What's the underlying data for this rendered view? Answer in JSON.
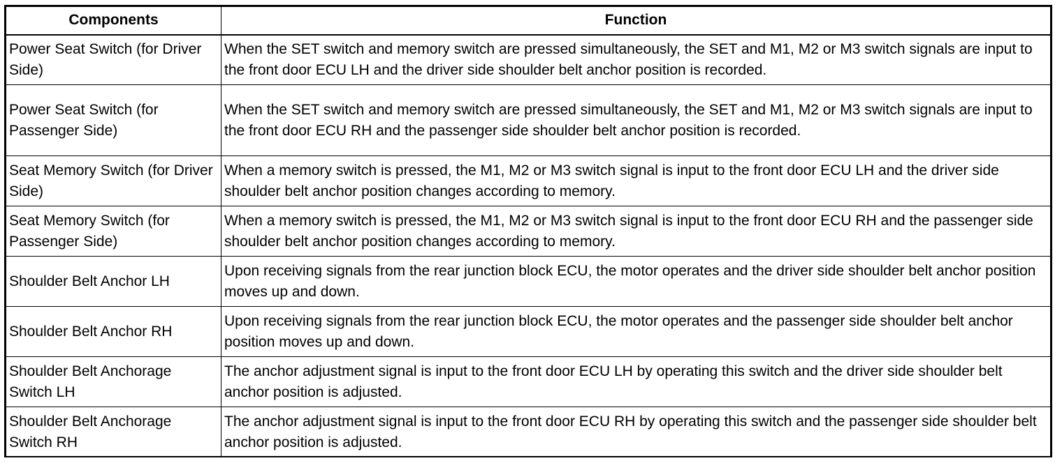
{
  "table": {
    "headers": [
      "Components",
      "Function"
    ],
    "rows": [
      {
        "component": "Power Seat Switch (for Driver Side)",
        "function": "When the SET switch and memory switch are pressed simultaneously, the SET and M1, M2 or M3 switch signals are input to the front door ECU LH and the driver side shoulder belt anchor position is recorded."
      },
      {
        "component": "Power Seat Switch (for Passenger Side)",
        "function": "When the SET switch and memory switch are pressed simultaneously, the SET and M1, M2 or M3 switch signals are input to the front door ECU RH and the passenger side shoulder belt anchor position is recorded."
      },
      {
        "component": "Seat Memory Switch (for Driver Side)",
        "function": "When a memory switch is pressed, the M1, M2 or M3 switch signal is input to the front door ECU LH and the driver side shoulder belt anchor position changes according to memory."
      },
      {
        "component": "Seat Memory Switch (for Passenger Side)",
        "function": "When a memory switch is pressed, the M1, M2 or M3 switch signal is input to the front door ECU RH and the passenger side shoulder belt anchor position changes according to memory."
      },
      {
        "component": "Shoulder Belt Anchor LH",
        "function": "Upon receiving signals from the rear junction block ECU, the motor operates and the driver side shoulder belt anchor position moves up and down."
      },
      {
        "component": "Shoulder Belt Anchor RH",
        "function": "Upon receiving signals from the rear junction block ECU, the motor operates and the passenger side shoulder belt anchor position moves up and down."
      },
      {
        "component": "Shoulder Belt Anchorage Switch LH",
        "function": "The anchor adjustment signal is input to the front door ECU LH by operating this switch and the driver side shoulder belt anchor position is adjusted."
      },
      {
        "component": "Shoulder Belt Anchorage Switch RH",
        "function": "The anchor adjustment signal is input to the front door ECU RH by operating this switch and the passenger side shoulder belt anchor position is adjusted."
      }
    ]
  }
}
